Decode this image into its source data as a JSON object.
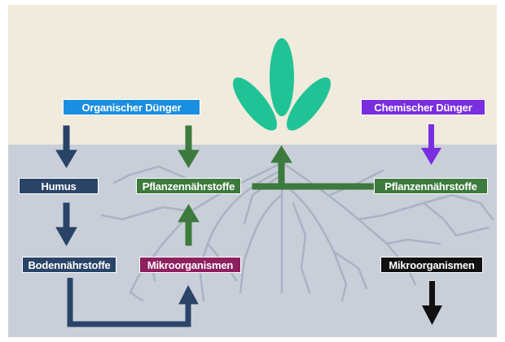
{
  "labels": {
    "organic_fertilizer": "Organischer Dünger",
    "chemical_fertilizer": "Chemischer Dünger",
    "humus": "Humus",
    "plant_nutrients_left": "Pflanzennährstoffe",
    "plant_nutrients_right": "Pflanzennährstoffe",
    "soil_nutrients": "Bodennährstoffe",
    "microorganisms_left": "Mikroorganismen",
    "microorganisms_right": "Mikroorganismen"
  },
  "colors": {
    "sky": "#f0ebdc",
    "soil": "#c9cfd9",
    "root": "#a9b3c4",
    "leaf": "#20c396",
    "organic_label": "#1a8ee0",
    "chemical_label": "#7a2ee0",
    "navy": "#2a4468",
    "green": "#3d7a3d",
    "magenta": "#8f2060",
    "black": "#111111",
    "purple_arrow": "#7a2ee0"
  }
}
